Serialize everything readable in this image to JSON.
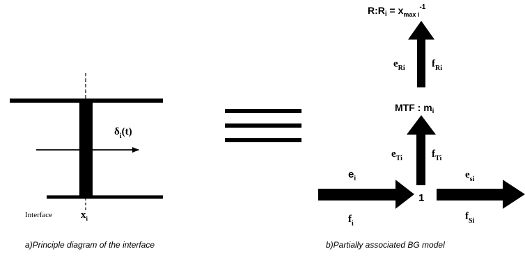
{
  "left_diagram": {
    "delta_symbol": "δ",
    "delta_sub": "i",
    "delta_arg": "(t)",
    "interface_label": "Interface",
    "x_symbol": "x",
    "x_sub": "i",
    "caption": "a)Principle diagram of the interface"
  },
  "right_diagram": {
    "r_label": "R:R",
    "r_sub": "i",
    "r_eq": " = x",
    "r_max_sub": "max i",
    "r_exp": "-1",
    "e_R": "e",
    "e_R_sub": "Ri",
    "f_R": "f",
    "f_R_sub": "Ri",
    "mtf_label": "MTF : m",
    "mtf_sub": "i",
    "e_T": "e",
    "e_T_sub": "Ti",
    "f_T": "f",
    "f_T_sub": "Ti",
    "e_i": "e",
    "e_i_sub": "i",
    "f_i": "f",
    "f_i_sub": "i",
    "junction_label": "1",
    "e_s": "e",
    "e_s_sub": "si",
    "f_s": "f",
    "f_s_sub": "Si",
    "caption": "b)Partially associated BG model"
  }
}
